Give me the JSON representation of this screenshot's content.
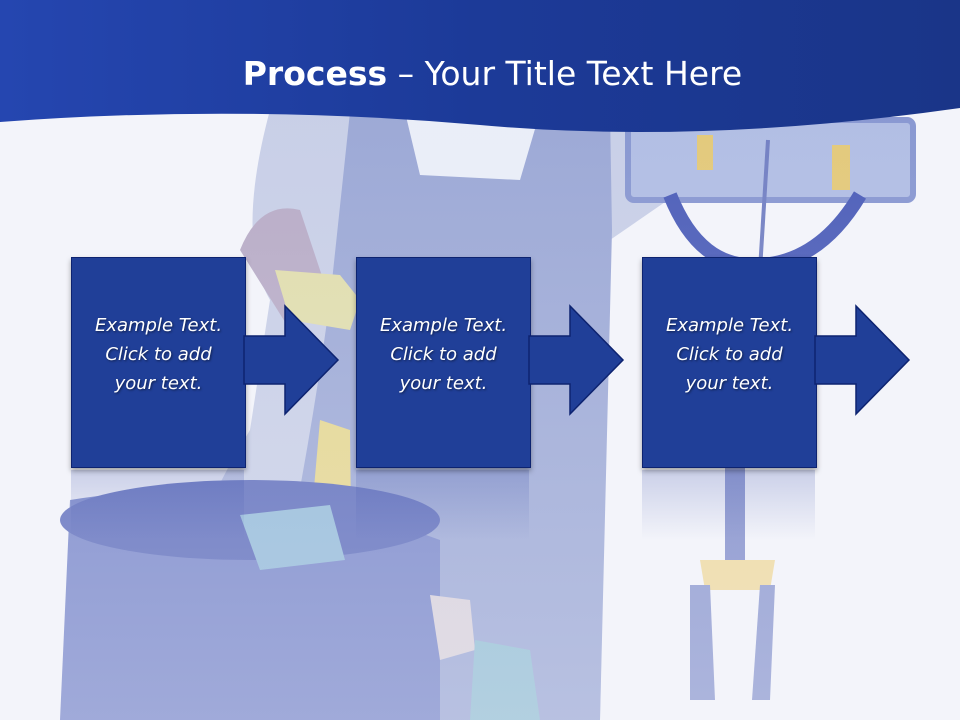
{
  "slide": {
    "title_bold": "Process",
    "title_rest": " – Your Title Text Here"
  },
  "colors": {
    "header": "#1e3e98",
    "box": "#203f98",
    "arrow": "#203f98",
    "text": "#ffffff"
  },
  "process": {
    "steps": [
      {
        "line1": "Example Text.",
        "line2": "Click  to add",
        "line3": "your text."
      },
      {
        "line1": "Example Text.",
        "line2": "Click  to add",
        "line3": "your text."
      },
      {
        "line1": "Example Text.",
        "line2": "Click  to add",
        "line3": "your text."
      }
    ]
  }
}
